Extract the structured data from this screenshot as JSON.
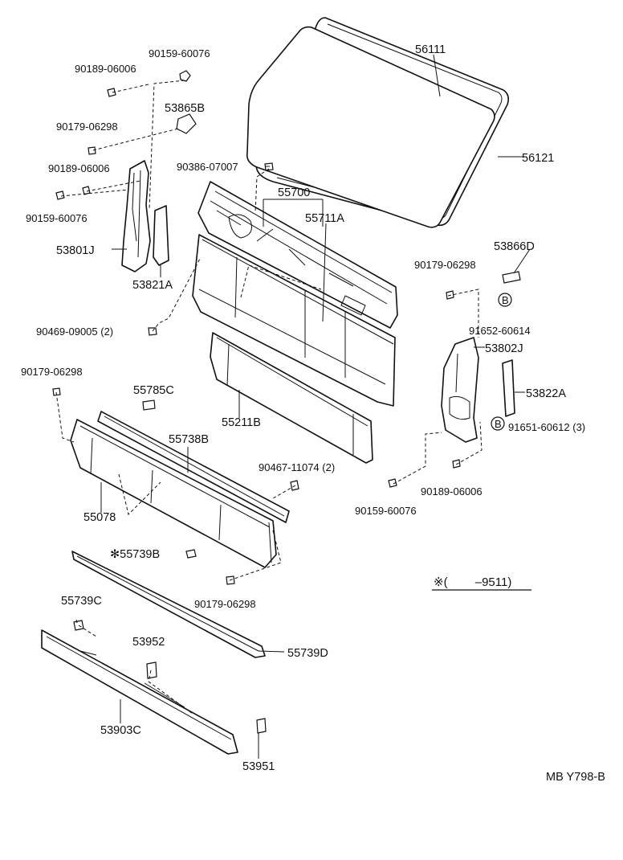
{
  "diagram": {
    "parts": {
      "p56111": "56111",
      "p56121": "56121",
      "p55700": "55700",
      "p55711A": "55711A",
      "p90159_60076_a": "90159-60076",
      "p90189_06006_a": "90189-06006",
      "p53865B": "53865B",
      "p90179_06298_a": "90179-06298",
      "p90189_06006_b": "90189-06006",
      "p90386_07007": "90386-07007",
      "p90159_60076_b": "90159-60076",
      "p53801J": "53801J",
      "p53821A": "53821A",
      "p90469_09005": "90469-09005 (2)",
      "p53866D": "53866D",
      "p90179_06298_b": "90179-06298",
      "p91652_60614": "91652-60614",
      "p53802J": "53802J",
      "p53822A": "53822A",
      "p91651_60612": "91651-60612 (3)",
      "p90179_06298_c": "90179-06298",
      "p55785C": "55785C",
      "p55738B": "55738B",
      "p55211B": "55211B",
      "p90467_11074": "90467-11074 (2)",
      "p55078": "55078",
      "p55739B": "✻55739B",
      "p90179_06298_d": "90179-06298",
      "p90189_06006_c": "90189-06006",
      "p90159_60076_c": "90159-60076",
      "p55739C": "55739C",
      "p53952": "53952",
      "p55739D": "55739D",
      "p53903C": "53903C",
      "p53951": "53951"
    },
    "circle_marker": "B",
    "footnote": "※(　　 –9511)",
    "figure_code": "MB Y798-B"
  }
}
